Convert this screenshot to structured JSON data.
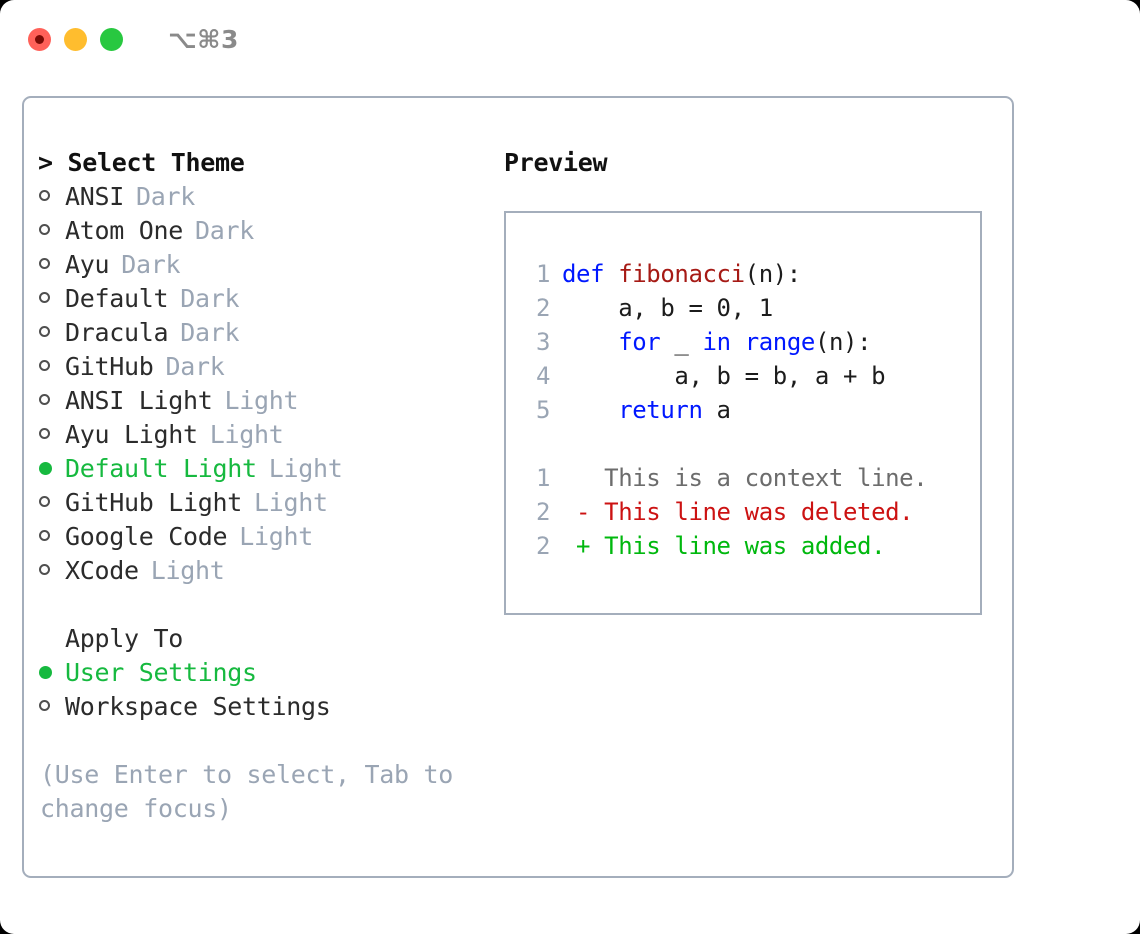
{
  "window": {
    "shortcut_label": "⌥⌘3",
    "traffic_lights": [
      {
        "name": "close",
        "color": "#ff6159"
      },
      {
        "name": "minimize",
        "color": "#ffbd2e"
      },
      {
        "name": "zoom",
        "color": "#28c840"
      }
    ]
  },
  "theme_picker": {
    "header": "> Select Theme",
    "items": [
      {
        "marker": "○",
        "label": "ANSI",
        "tag": "Dark",
        "selected": false
      },
      {
        "marker": "○",
        "label": "Atom One",
        "tag": "Dark",
        "selected": false
      },
      {
        "marker": "○",
        "label": "Ayu",
        "tag": "Dark",
        "selected": false
      },
      {
        "marker": "○",
        "label": "Default",
        "tag": "Dark",
        "selected": false
      },
      {
        "marker": "○",
        "label": "Dracula",
        "tag": "Dark",
        "selected": false
      },
      {
        "marker": "○",
        "label": "GitHub",
        "tag": "Dark",
        "selected": false
      },
      {
        "marker": "○",
        "label": "ANSI Light",
        "tag": "Light",
        "selected": false
      },
      {
        "marker": "○",
        "label": "Ayu Light",
        "tag": "Light",
        "selected": false
      },
      {
        "marker": "●",
        "label": "Default Light",
        "tag": "Light",
        "selected": true
      },
      {
        "marker": "○",
        "label": "GitHub Light",
        "tag": "Light",
        "selected": false
      },
      {
        "marker": "○",
        "label": "Google Code",
        "tag": "Light",
        "selected": false
      },
      {
        "marker": "○",
        "label": "XCode",
        "tag": "Light",
        "selected": false
      }
    ]
  },
  "apply_to": {
    "header": "Apply To",
    "items": [
      {
        "marker": "●",
        "label": "User Settings",
        "selected": true
      },
      {
        "marker": "○",
        "label": "Workspace Settings",
        "selected": false
      }
    ]
  },
  "hint": "(Use Enter to select, Tab to change focus)",
  "preview": {
    "header": "Preview",
    "code_lines": [
      {
        "no": "1",
        "parts": [
          {
            "t": "def ",
            "c": "kw"
          },
          {
            "t": "fibonacci",
            "c": "fn"
          },
          {
            "t": "(n):",
            "c": "plain"
          }
        ]
      },
      {
        "no": "2",
        "parts": [
          {
            "t": "    a, b = 0, 1",
            "c": "plain"
          }
        ]
      },
      {
        "no": "3",
        "parts": [
          {
            "t": "    ",
            "c": "plain"
          },
          {
            "t": "for",
            "c": "kw"
          },
          {
            "t": " _ ",
            "c": "plain"
          },
          {
            "t": "in",
            "c": "kw"
          },
          {
            "t": " ",
            "c": "plain"
          },
          {
            "t": "range",
            "c": "kw"
          },
          {
            "t": "(n):",
            "c": "plain"
          }
        ]
      },
      {
        "no": "4",
        "parts": [
          {
            "t": "        a, b = b, a + b",
            "c": "plain"
          }
        ]
      },
      {
        "no": "5",
        "parts": [
          {
            "t": "    ",
            "c": "plain"
          },
          {
            "t": "return",
            "c": "kw"
          },
          {
            "t": " a",
            "c": "plain"
          }
        ]
      }
    ],
    "diff_lines": [
      {
        "no": "1",
        "marker": " ",
        "text": "This is a context line.",
        "kind": "ctx"
      },
      {
        "no": "2",
        "marker": "-",
        "text": "This line was deleted.",
        "kind": "del"
      },
      {
        "no": "2",
        "marker": "+",
        "text": "This line was added.",
        "kind": "add"
      }
    ]
  },
  "colors": {
    "accent_green": "#16b93f",
    "keyword_blue": "#0018ff",
    "function_red": "#a61a15",
    "diff_add": "#00b80e",
    "diff_del": "#cc1212",
    "muted": "#9aa5b4",
    "border": "#a4aebc"
  }
}
